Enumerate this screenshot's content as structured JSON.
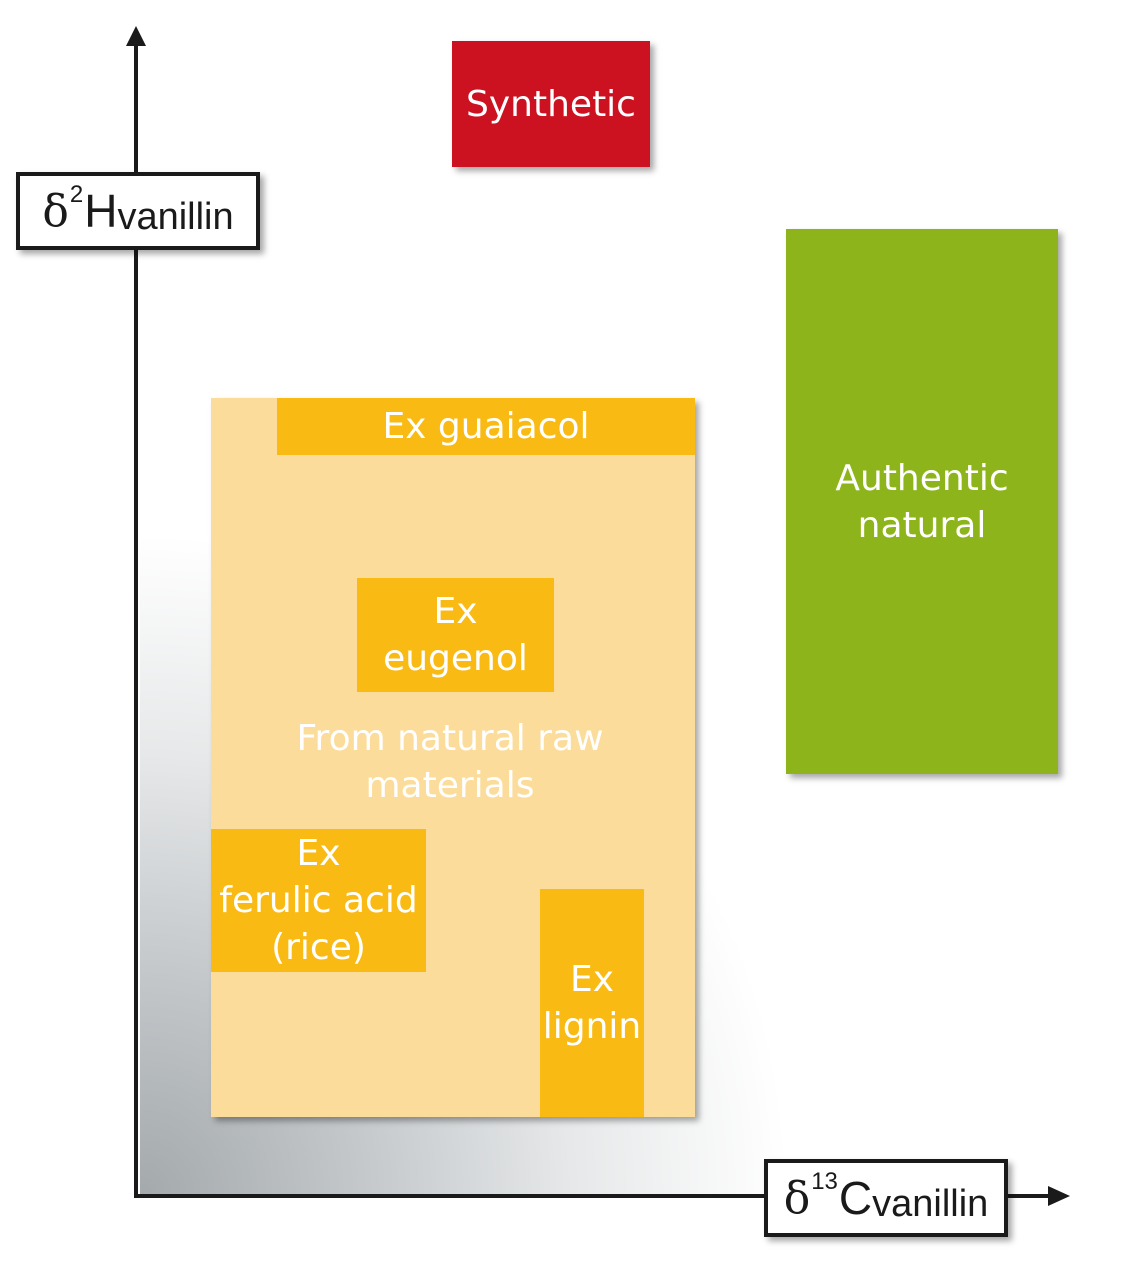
{
  "y_axis_label": {
    "symbol": "δ",
    "superscript": "2",
    "element": "H",
    "subscript": "vanillin"
  },
  "x_axis_label": {
    "symbol": "δ",
    "superscript": "13",
    "element": "C",
    "subscript": "vanillin"
  },
  "regions": {
    "synthetic": {
      "label": "Synthetic",
      "color": "#cc1120"
    },
    "authentic_natural": {
      "label": "Authentic\nnatural",
      "color": "#8db51b"
    },
    "from_natural_raw": {
      "label": "From natural raw\nmaterials",
      "color": "#fcdc9a"
    },
    "ex_guaiacol": {
      "label": "Ex guaiacol",
      "color": "#f9ba13"
    },
    "ex_eugenol": {
      "label": "Ex eugenol",
      "color": "#f9ba13"
    },
    "ex_ferulic_acid": {
      "label": "Ex\nferulic acid\n(rice)",
      "color": "#f9ba13"
    },
    "ex_lignin": {
      "label": "Ex\nlignin",
      "color": "#f9ba13"
    }
  }
}
